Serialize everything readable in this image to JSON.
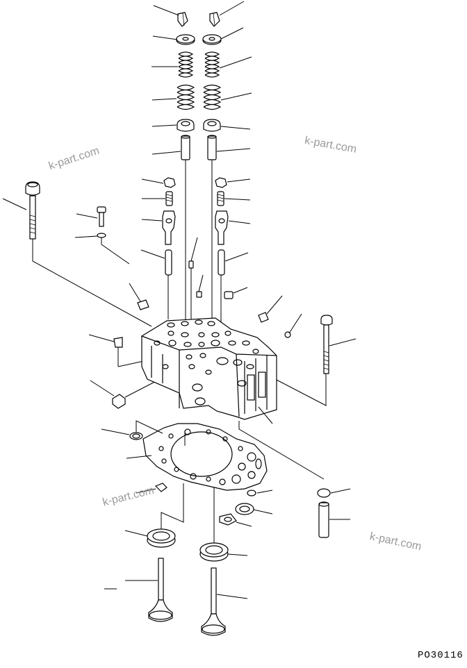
{
  "diagram": {
    "figure_code": "PO30116",
    "watermarks": [
      "k-part.com",
      "k-part.com",
      "k-part.com",
      "k-part.com"
    ]
  },
  "parts": [
    {
      "name": "valve-cotter",
      "icon": "cotter-icon"
    },
    {
      "name": "spring-retainer",
      "icon": "retainer-icon"
    },
    {
      "name": "outer-valve-spring",
      "icon": "spring-icon"
    },
    {
      "name": "inner-valve-spring",
      "icon": "spring-icon"
    },
    {
      "name": "spring-seat",
      "icon": "seat-icon"
    },
    {
      "name": "valve-guide",
      "icon": "guide-icon"
    },
    {
      "name": "cylinder-head-bolt",
      "icon": "bolt-icon"
    },
    {
      "name": "cylinder-head",
      "icon": "head-icon"
    },
    {
      "name": "head-gasket",
      "icon": "gasket-icon"
    },
    {
      "name": "valve-seat-insert",
      "icon": "insert-icon"
    },
    {
      "name": "intake-valve",
      "icon": "valve-icon"
    },
    {
      "name": "exhaust-valve",
      "icon": "valve-icon"
    }
  ]
}
